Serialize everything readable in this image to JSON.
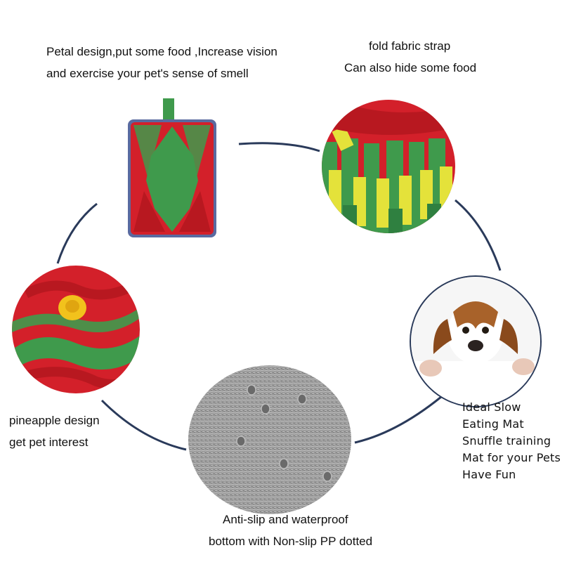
{
  "captions": {
    "petal": [
      "Petal design,put some food ,Increase vision",
      "and exercise your pet's sense of smell"
    ],
    "strap": [
      "fold fabric strap",
      "Can also hide some food"
    ],
    "pineapple": [
      "pineapple design",
      "get pet interest"
    ],
    "bottom": [
      "Anti-slip and waterproof",
      "bottom with Non-slip PP dotted"
    ],
    "slogan": [
      "Ideal Slow",
      "Eating Mat",
      "Snuffle training",
      "Mat for your Pets",
      "Have Fun"
    ]
  },
  "colors": {
    "red": "#d3202a",
    "green": "#3f9a4c",
    "yellow": "#e4e23a",
    "felt": "#9a9a9a",
    "ring": "#2a3a5a"
  }
}
